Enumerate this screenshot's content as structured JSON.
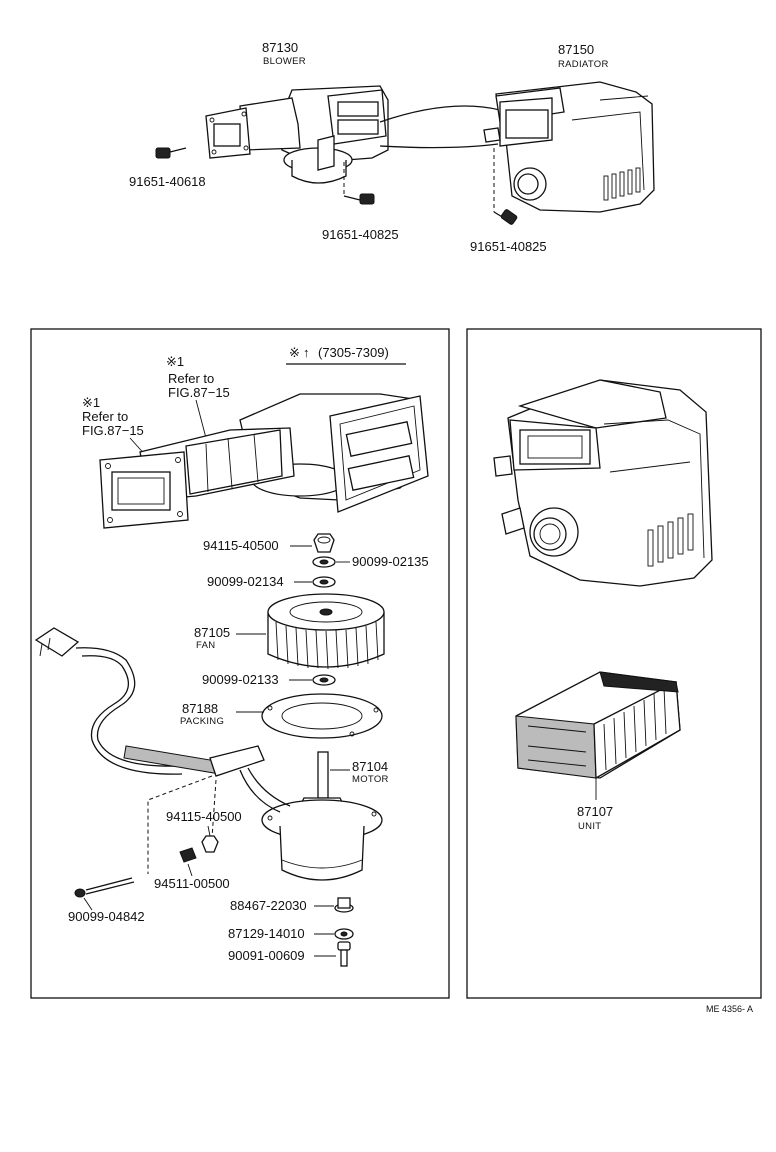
{
  "top": {
    "blower": {
      "number": "87130",
      "name": "BLOWER"
    },
    "radiator": {
      "number": "87150",
      "name": "RADIATOR"
    },
    "screw_left": "91651-40618",
    "screw_mid": "91651-40825",
    "screw_right": "91651-40825"
  },
  "left_panel": {
    "note_header": "※",
    "note_arrow": "↑",
    "note_range": "(7305-7309)",
    "ref_a": {
      "mark": "※1",
      "line1": "Refer to",
      "line2": "FIG.87−15"
    },
    "ref_b": {
      "mark": "※1",
      "line1": "Refer to",
      "line2": "FIG.87−15"
    },
    "parts": {
      "nut_top": "94115-40500",
      "washer_top": "90099-02135",
      "washer_2": "90099-02134",
      "fan": {
        "number": "87105",
        "name": "FAN"
      },
      "washer_3": "90099-02133",
      "packing": {
        "number": "87188",
        "name": "PACKING"
      },
      "motor": {
        "number": "87104",
        "name": "MOTOR"
      },
      "nut_small": "94115-40500",
      "washer_small": "94511-00500",
      "bolt_long": "90099-04842",
      "grommet": "88467-22030",
      "washer_bottom": "87129-14010",
      "screw_bottom": "90091-00609"
    }
  },
  "right_panel": {
    "unit": {
      "number": "87107",
      "name": "UNIT"
    }
  },
  "footer": {
    "code": "ME 4356- A"
  }
}
